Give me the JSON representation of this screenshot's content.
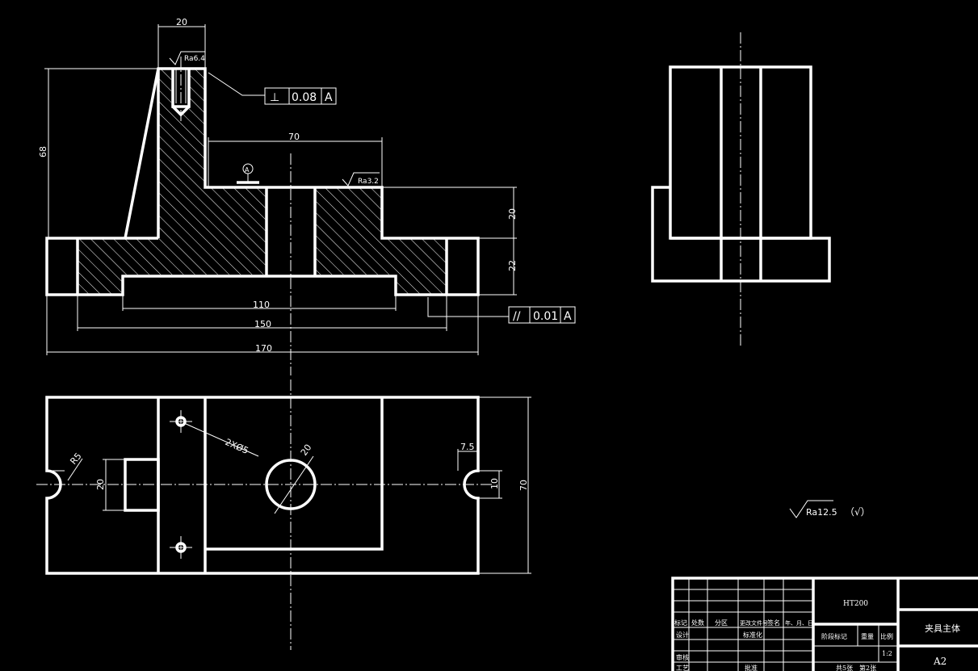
{
  "dimensions": {
    "top_width": "20",
    "height_total": "68",
    "roughness_top": "Ra6.4",
    "perp_symbol": "⊥",
    "perp_tol": "0.08",
    "perp_datum": "A",
    "step_width": "70",
    "datum_label": "A",
    "roughness_step": "Ra3.2",
    "h20": "20",
    "h22": "22",
    "w110": "110",
    "w150": "150",
    "w170": "170",
    "par_symbol": "//",
    "par_tol": "0.01",
    "par_datum": "A",
    "holes": "2XØ5",
    "radius": "R5",
    "slot_w": "20",
    "bore": "20",
    "slot_depth": "7.5",
    "slot_gap": "10",
    "width70": "70"
  },
  "surface_note": {
    "label": "Ra12.5",
    "suffix": "（√）"
  },
  "title_block": {
    "material": "HT200",
    "part_name": "夹具主体",
    "sheet_size": "A2",
    "scale": "1:2",
    "col_labels": [
      "标记",
      "处数",
      "分区",
      "更改文件号",
      "签名",
      "年、月、日"
    ],
    "row_design": "设计",
    "row_std": "标准化",
    "row_stage": "阶段标记",
    "row_weight": "重量",
    "row_ratio": "比例",
    "row_review": "审核",
    "row_process": "工艺",
    "row_approve": "批准",
    "sheets": "共5张",
    "sheet_no": "第2张"
  }
}
